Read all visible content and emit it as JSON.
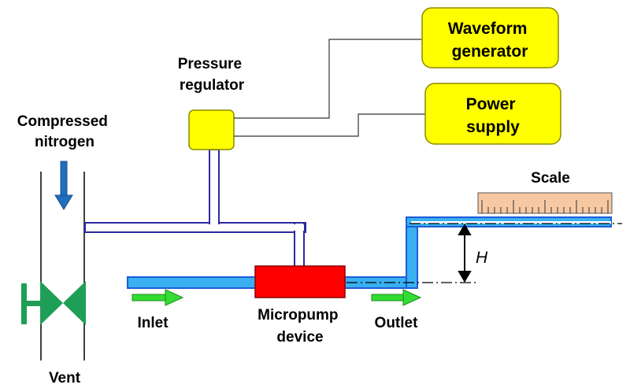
{
  "labels": {
    "compressed_nitrogen": [
      "Compressed",
      "nitrogen"
    ],
    "pressure_regulator": [
      "Pressure",
      "regulator"
    ],
    "waveform_generator": [
      "Waveform",
      "generator"
    ],
    "power_supply": [
      "Power",
      "supply"
    ],
    "vent": "Vent",
    "inlet": "Inlet",
    "micropump_device": [
      "Micropump",
      "device"
    ],
    "outlet": "Outlet",
    "scale": "Scale",
    "height": "H"
  },
  "colors": {
    "box_fill": "#ffff00",
    "box_stroke": "#8c8c00",
    "pump_fill": "#ff0000",
    "pipe_blue": "#1e5cd8",
    "pipe_light": "#3ab0f0",
    "air_line": "#2a2aa0",
    "valve_green": "#1f9e57",
    "flow_arrow": "#33dd33",
    "gas_arrow": "#1f6fbf",
    "scale_fill": "#f7c9a3"
  },
  "icons": {
    "valve": "valve-icon",
    "scale": "ruler-icon"
  }
}
